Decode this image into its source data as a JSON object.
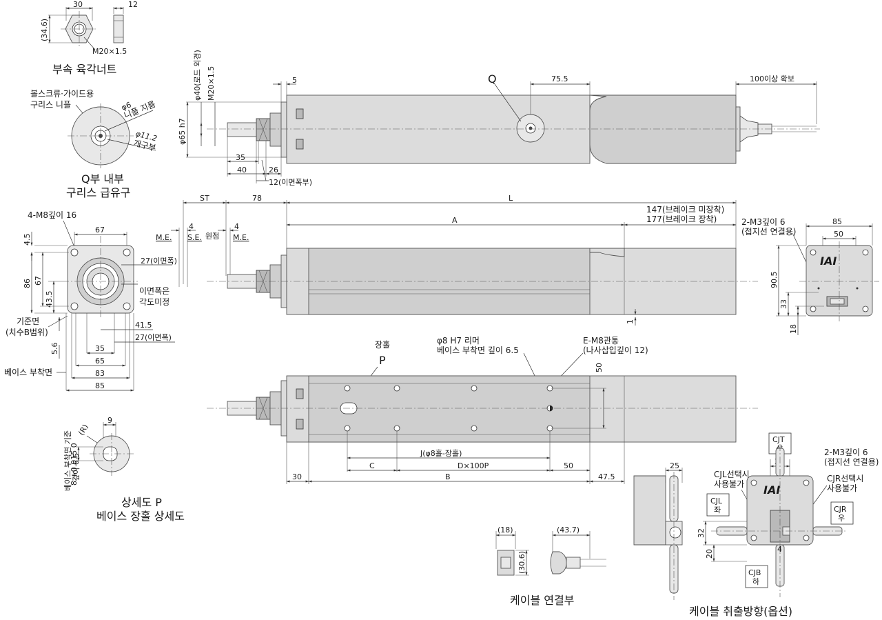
{
  "labels": {
    "nut_w": "30",
    "nut_t": "12",
    "nut_h": "(34.6)",
    "nut_thread": "M20×1.5",
    "nut_caption": "부속 육각너트",
    "bolt_guide_1": "볼스크류·가이드용",
    "bolt_guide_2": "구리스 니플",
    "phi6": "φ6",
    "nipple_dia": "니플 지름",
    "phi11": "φ11.2",
    "opening": "개구부",
    "q_caption_1": "Q부 내부",
    "q_caption_2": "구리스 급유구",
    "phi40": "φ40(로드 외경)",
    "m20": "M20×1.5",
    "phi65": "φ65 h7",
    "d5": "5",
    "q_mark": "Q",
    "d755": "75.5",
    "cable_space": "100이상 확보",
    "d35": "35",
    "d40": "40",
    "d26": "26",
    "d12": "12(이면폭부)",
    "st": "ST",
    "d78": "78",
    "l": "L",
    "brake_no": "147(브레이크 미장착)",
    "brake_yes": "177(브레이크 장착)",
    "a": "A",
    "me1": "M.E.",
    "se": "S.E.",
    "origin": "원점",
    "me2": "M.E.",
    "four1": "4",
    "four2": "4",
    "d1": "1",
    "m8": "4-M8깊이 16",
    "d67": "67",
    "d45": "4.5",
    "d86": "86",
    "d67v": "67",
    "d435": "43.5",
    "d27face": "27(이면폭)",
    "face_note_1": "이면폭은",
    "face_note_2": "각도미정",
    "ref_face_1": "기준면",
    "ref_face_2": "(치수B범위)",
    "d56": "5.6",
    "d415": "41.5",
    "d27": "27(이면폭)",
    "d35b": "35",
    "d65": "65",
    "d83": "83",
    "d85": "85",
    "base_face": "베이스 부착면",
    "m3_1": "2-M3깊이 6",
    "m3_2": "(접지선 연결용)",
    "d85r": "85",
    "d50r": "50",
    "d905": "90.5",
    "d33": "33",
    "d18": "18",
    "iai": "IAI",
    "slot": "장홀",
    "p_mark": "P",
    "reamer_1": "φ8 H7 리머",
    "reamer_2": "베이스 부착면 깊이 6.5",
    "e_m8_1": "E-M8관통",
    "e_m8_2": "(나사삽입깊이 12)",
    "d50v": "50",
    "j": "J(φ8홀-장홀)",
    "c": "C",
    "dx100": "D×100P",
    "d50b": "50",
    "d30": "30",
    "b": "B",
    "d475": "47.5",
    "r": "(R)",
    "d9": "9",
    "p_depth_1": "베이스 부착면 기준",
    "p_depth_2": "깊이 6.5",
    "p_tol": "8 +0.015 0",
    "p_caption_1": "상세도 P",
    "p_caption_2": "베이스 장홀 상세도",
    "d18c": "(18)",
    "d437": "(43.7)",
    "d306": "(30.6)",
    "cable_caption": "케이블 연결부",
    "d25": "25",
    "cjt_1": "CJT",
    "cjt_2": "상",
    "d32": "32",
    "d4": "4",
    "cjl_note_1": "CJL선택시",
    "cjl_note_2": "사용불가",
    "cjl_1": "CJL",
    "cjl_2": "좌",
    "cjr_note_1": "CJR선택시",
    "cjr_note_2": "사용불가",
    "cjr_1": "CJR",
    "cjr_2": "우",
    "m3b_1": "2-M3깊이 6",
    "m3b_2": "(접지선 연결용)",
    "d32v": "32",
    "d20": "20",
    "cjb_1": "CJB",
    "cjb_2": "하",
    "exit_caption": "케이블 취출방향(옵션)"
  }
}
